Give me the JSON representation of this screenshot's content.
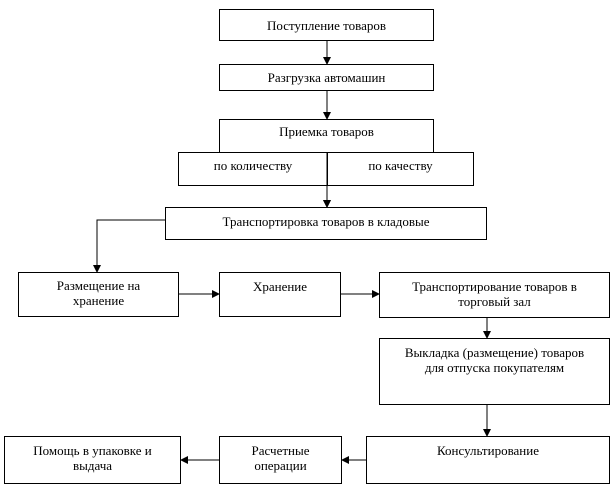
{
  "nodes": {
    "receipt": "Поступление товаров",
    "unloading": "Разгрузка автомашин",
    "acceptance": "Приемка товаров",
    "by_quantity": "по количеству",
    "by_quality": "по качеству",
    "transport_to_storage": "Транспортировка товаров в кладовые",
    "placement": "Размещение на хранение",
    "storage": "Хранение",
    "transport_to_hall": "Транспортирование товаров в торговый зал",
    "display": "Выкладка (размещение) товаров для отпуска покупателям",
    "consulting": "Консультирование",
    "settlement": "Расчетные операции",
    "packing_help": "Помощь в упаковке и выдача"
  }
}
